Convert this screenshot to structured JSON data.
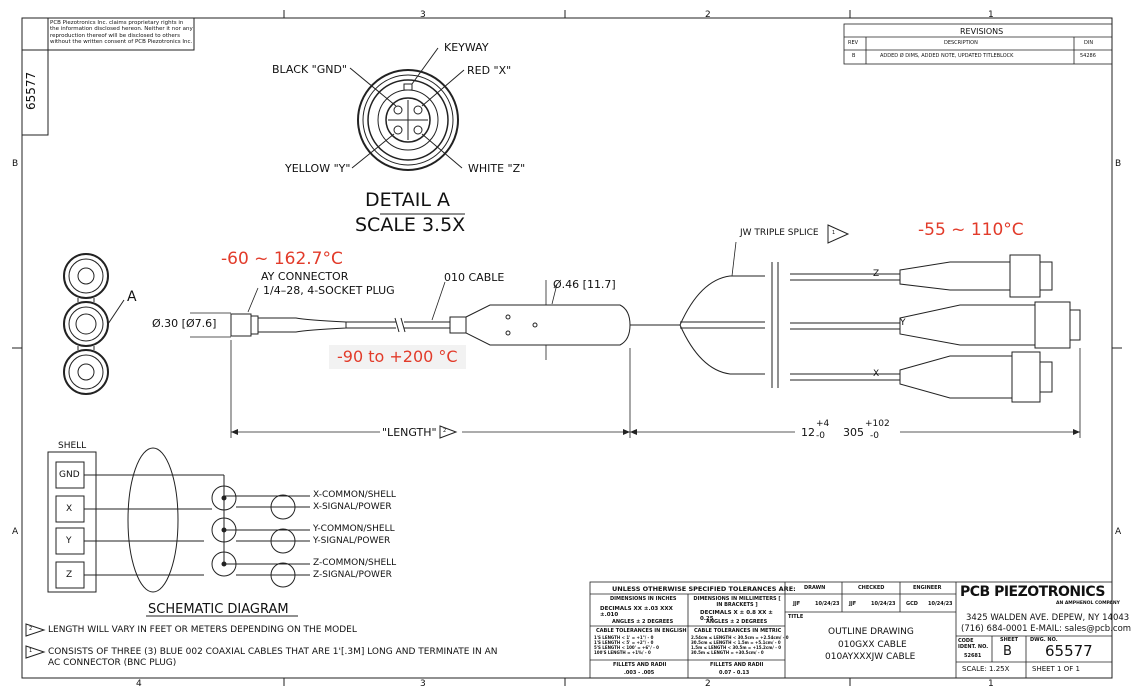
{
  "border": {
    "zones_top": [
      "3",
      "2",
      "1"
    ],
    "zones_bottom": [
      "4",
      "3",
      "2",
      "1"
    ],
    "zones_side": [
      "B",
      "A"
    ]
  },
  "proprietary_note": "PCB Piezotronics Inc. claims proprietary rights in the information disclosed hereon.  Neither it nor any reproduction thereof will be disclosed to others without the written consent of PCB Piezotronics Inc.",
  "side_number": "65577",
  "revisions": {
    "title": "REVISIONS",
    "headers": [
      "REV",
      "DESCRIPTION",
      "DIN"
    ],
    "rows": [
      [
        "B",
        "ADDED Ø DIMS, ADDED NOTE, UPDATED TITLEBLOCK",
        "54286"
      ]
    ]
  },
  "detail": {
    "labels": {
      "keyway": "KEYWAY",
      "black": "BLACK \"GND\"",
      "red": "RED \"X\"",
      "yellow": "YELLOW \"Y\"",
      "white": "WHITE \"Z\""
    },
    "title": "DETAIL  A",
    "scale": "SCALE 3.5X"
  },
  "drawing": {
    "temp_left": "-60 ~ 162.7°C",
    "temp_right": "-55 ~ 110°C",
    "temp_cable": "-90 to +200 °C",
    "ay_connector": "AY CONNECTOR",
    "ay_spec": "1/4–28, 4-SOCKET PLUG",
    "cable": "010 CABLE",
    "splice": "JW TRIPLE SPLICE",
    "splice_note": "1",
    "diameter_left": "Ø.30 [Ø7.6]",
    "diameter_splice": "Ø.46 [11.7]",
    "length_label": "\"LENGTH\"",
    "length_note": "2",
    "detail_ref": "A",
    "leg_z": "Z",
    "leg_y": "Y",
    "leg_x": "X",
    "tail_base": "12",
    "tail_plus": "+4",
    "tail_minus": "-0",
    "tail_mm": "305",
    "tail_mm_plus": "+102",
    "tail_mm_minus": "-0"
  },
  "schematic": {
    "shell": "SHELL",
    "pins": [
      "GND",
      "X",
      "Y",
      "Z"
    ],
    "outputs": [
      "X-COMMON/SHELL",
      "X-SIGNAL/POWER",
      "Y-COMMON/SHELL",
      "Y-SIGNAL/POWER",
      "Z-COMMON/SHELL",
      "Z-SIGNAL/POWER"
    ],
    "title": "SCHEMATIC DIAGRAM"
  },
  "notes": [
    {
      "num": "2",
      "text": "LENGTH WILL VARY IN FEET OR METERS DEPENDING ON THE MODEL"
    },
    {
      "num": "1",
      "text": "CONSISTS OF THREE (3) BLUE 002 COAXIAL CABLES THAT ARE 1'[.3M] LONG AND TERMINATE IN AN"
    },
    {
      "num": "",
      "text": "AC CONNECTOR (BNC PLUG)"
    }
  ],
  "tolerances": {
    "title": "UNLESS OTHERWISE SPECIFIED TOLERANCES ARE:",
    "inch_head": "DIMENSIONS IN INCHES",
    "mm_head": "DIMENSIONS IN MILLIMETERS [ IN BRACKETS ]",
    "inch_dec": "DECIMALS   XX  ±.03      XXX  ±.010",
    "mm_dec": "DECIMALS   X  ± 0.8      XX  ± 0.25",
    "inch_ang": "ANGLES  ±  2 DEGREES",
    "mm_ang": "ANGLES  ±  2 DEGREES",
    "cable_eng": "CABLE TOLERANCES IN ENGLISH",
    "cable_met": "CABLE TOLERANCES IN METRIC",
    "eng_rows": [
      "1'S LENGTH < 1'      =   +1\"/ - 0",
      "1'S LENGTH < 5'      =   +2\"/ - 0",
      "5'S LENGTH < 100'    =   +6\"/ - 0",
      "100'S LENGTH         =   +1%/ - 0"
    ],
    "met_rows": [
      "2.54cm ≤ LENGTH < 30.5cm = +2.54cm/ - 0",
      "30.5cm ≤ LENGTH < 1.5m  = +5.1cm/ - 0",
      "1.5m ≤ LENGTH < 30.5m   = +15.2cm/ - 0",
      "30.5m ≤ LENGTH          = +30.5cm/ - 0"
    ],
    "fillets": "FILLETS AND RADII",
    "fillets_in": ".003 - .005",
    "fillets_mm": "0.07 - 0.13"
  },
  "titleblock": {
    "drawn": "DRAWN",
    "checked": "CHECKED",
    "engineer": "ENGINEER",
    "drawn_by": "JJF",
    "drawn_date": "10/24/23",
    "checked_by": "JJF",
    "checked_date": "10/24/23",
    "eng_by": "GCD",
    "eng_date": "10/24/23",
    "title_label": "TITLE",
    "title_lines": [
      "OUTLINE DRAWING",
      "010GXX CABLE",
      "010AYXXXJW CABLE"
    ],
    "company": "PCB PIEZOTRONICS",
    "company_sub": "AN AMPHENOL COMPANY",
    "address": "3425 WALDEN AVE. DEPEW, NY 14043",
    "phone": "(716)  684-0001 E-MAIL:  sales@pcb.com",
    "code_label": "CODE IDENT. NO.",
    "code": "52681",
    "sheet_label": "SHEET",
    "sheet_rev": "B",
    "dwg_label": "DWG. NO.",
    "dwg_no": "65577",
    "scale": "SCALE:   1.25X",
    "sheet": "SHEET    1 OF 1"
  }
}
